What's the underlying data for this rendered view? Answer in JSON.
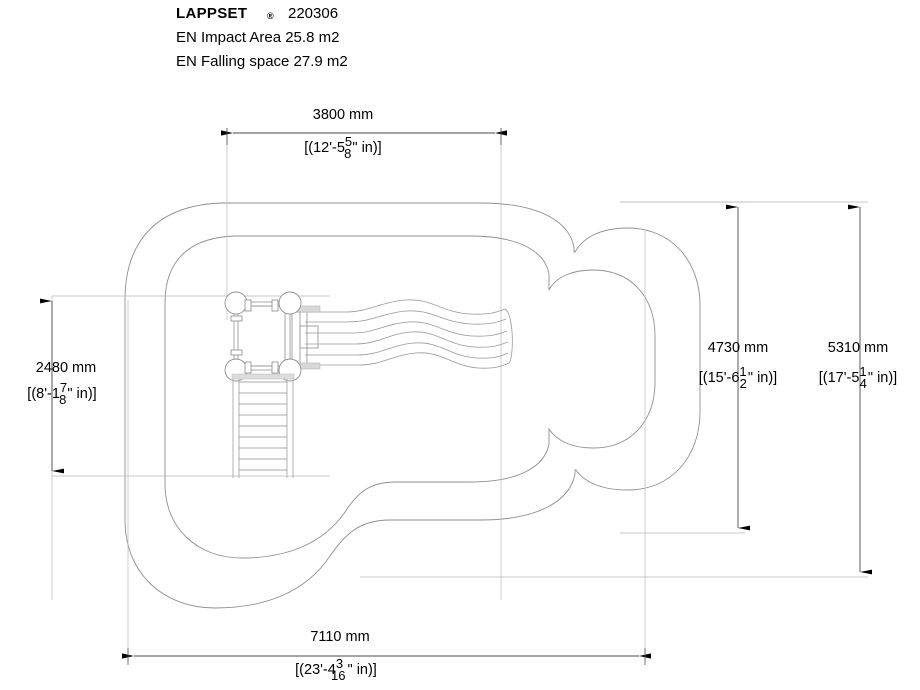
{
  "header": {
    "brand": "LAPPSET",
    "brand_mark": "®",
    "product_code": "220306",
    "line2": "EN Impact Area 25.8 m2",
    "line3": "EN Falling space 27.9 m2"
  },
  "dimensions": {
    "top": {
      "name": "top-width",
      "metric": "3800 mm",
      "imperial_prefix": "[(12'-5",
      "imperial_num": "5",
      "imperial_den": "8",
      "imperial_suffix": "\" in)]"
    },
    "left": {
      "name": "left-height",
      "metric": "2480 mm",
      "imperial_prefix": "[(8'-1",
      "imperial_num": "7",
      "imperial_den": "8",
      "imperial_suffix": "\" in)]"
    },
    "right_inner": {
      "name": "right-inner-height",
      "metric": "4730 mm",
      "imperial_prefix": "[(15'-6",
      "imperial_num": "1",
      "imperial_den": "2",
      "imperial_suffix": "\" in)]"
    },
    "right_outer": {
      "name": "right-outer-height",
      "metric": "5310 mm",
      "imperial_prefix": "[(17'-5",
      "imperial_num": "1",
      "imperial_den": "4",
      "imperial_suffix": "\" in)]"
    },
    "bottom": {
      "name": "bottom-width",
      "metric": "7110 mm",
      "imperial_prefix": "[(23'-4",
      "imperial_num": "3",
      "imperial_den": "16",
      "imperial_suffix": "\" in)]"
    }
  },
  "colors": {
    "ink": "#000000",
    "outline": "#8a8a8a",
    "equipment": "#9a9a9a",
    "equipment_light": "#c4c4c4",
    "dim_line": "#9a9a9a",
    "background": "#ffffff"
  },
  "drawing": {
    "view": "plan-view",
    "equipment_name": "play-structure-with-wave-slide-and-ladder",
    "zones": [
      "en-falling-space-outline",
      "en-impact-area-outline"
    ]
  }
}
